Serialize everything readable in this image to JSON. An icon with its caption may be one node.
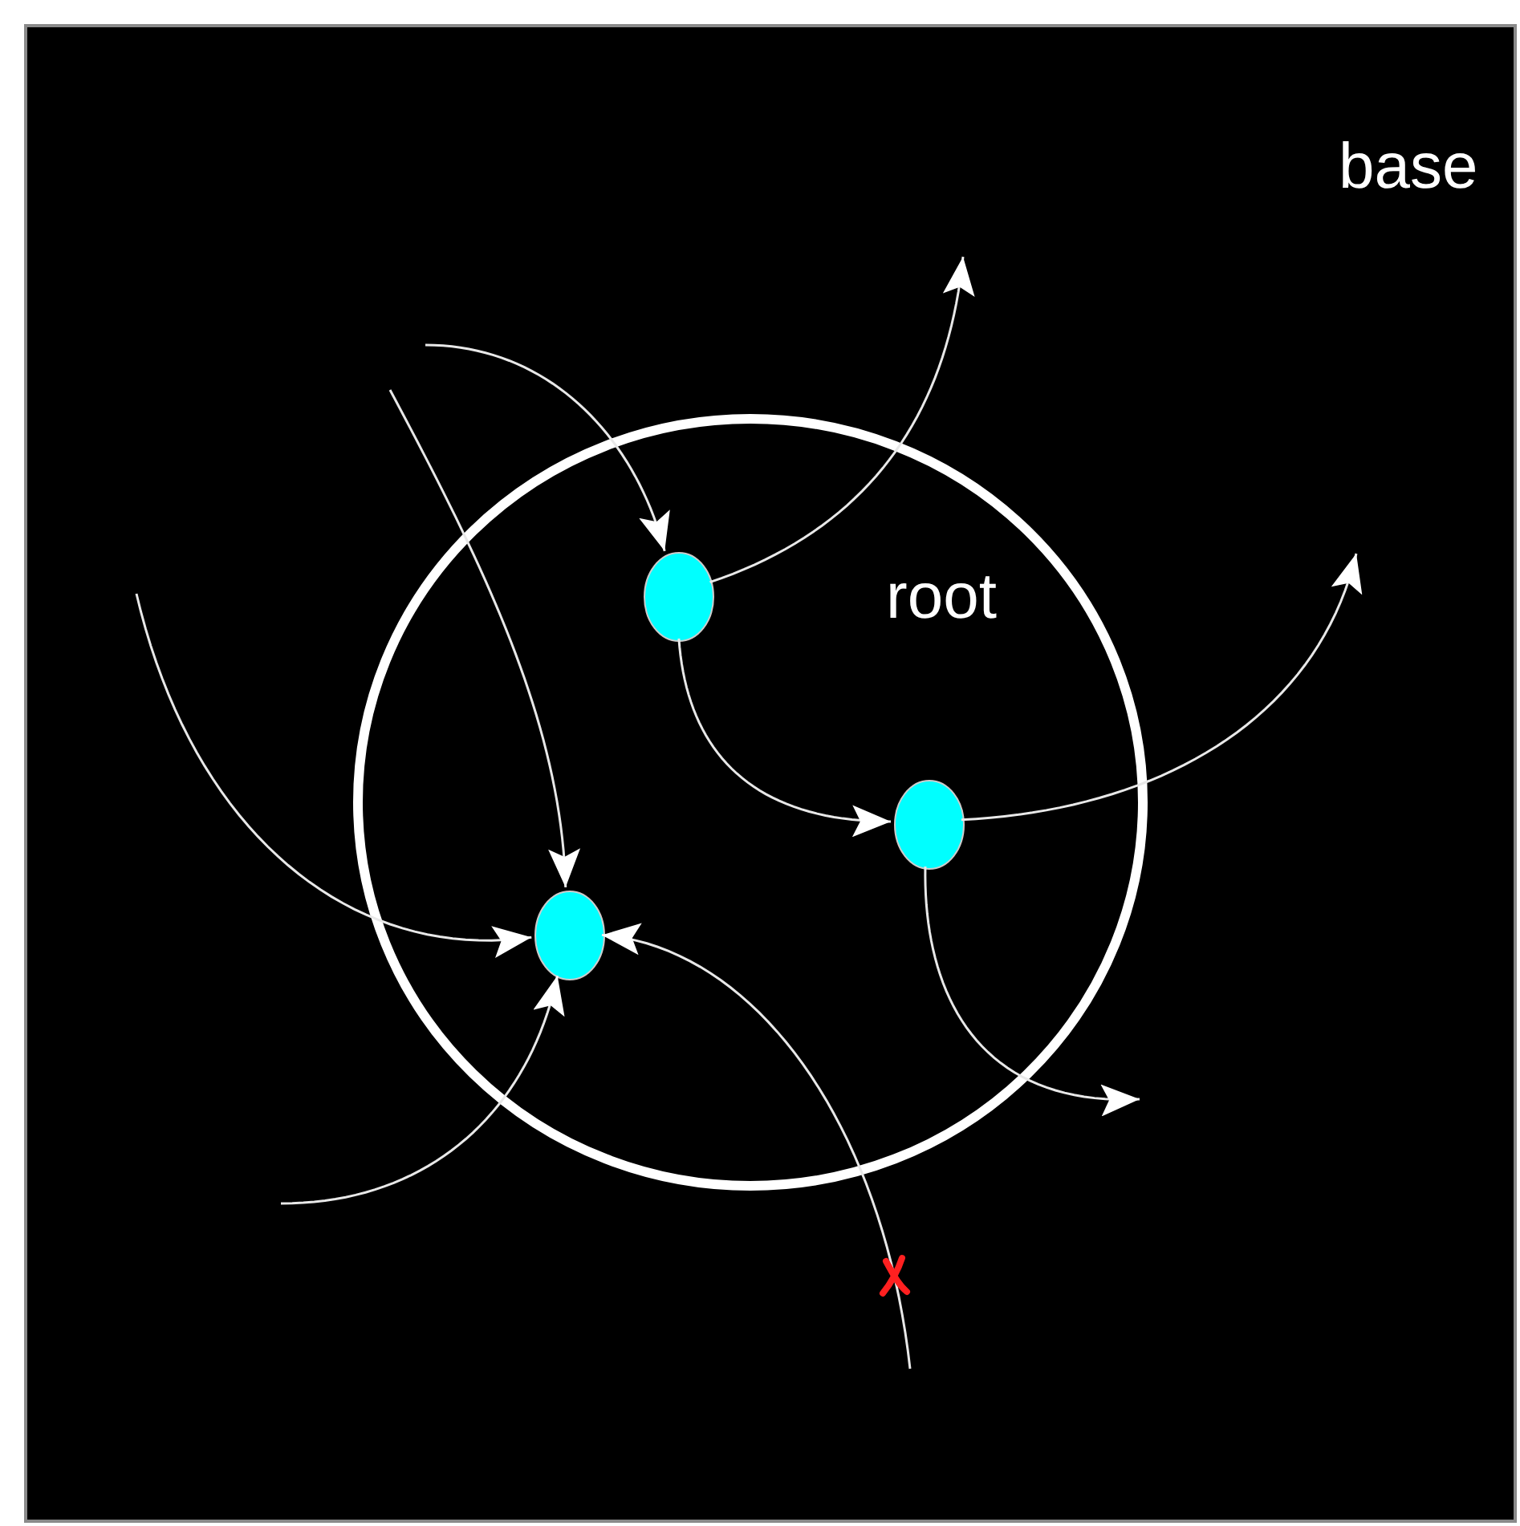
{
  "diagram": {
    "nodes": [
      {
        "text": [
          "base"
        ]
      },
      {
        "text": [
          "root"
        ],
        "in": 0
      },
      {
        "text": [],
        "shape": "circle",
        "in": 1
      },
      {
        "text": [],
        "shape": "circle",
        "in": 1
      },
      {
        "text": [],
        "shape": "circle",
        "in": 1
      }
    ],
    "edges": [
      {
        "from": null,
        "to": 2,
        "arrow": "to"
      },
      {
        "from": 2,
        "to": null,
        "arrow": "to"
      },
      {
        "from": 2,
        "to": 3,
        "arrow": "to"
      },
      {
        "from": 3,
        "to": null,
        "arrow": "to"
      },
      {
        "from": 3,
        "to": null,
        "arrow": "to"
      },
      {
        "from": null,
        "to": 4,
        "arrow": "to"
      },
      {
        "from": null,
        "to": 4,
        "arrow": "to"
      },
      {
        "from": null,
        "to": 4,
        "arrow": "to"
      },
      {
        "from": null,
        "to": 4,
        "arrow": "to"
      }
    ]
  }
}
